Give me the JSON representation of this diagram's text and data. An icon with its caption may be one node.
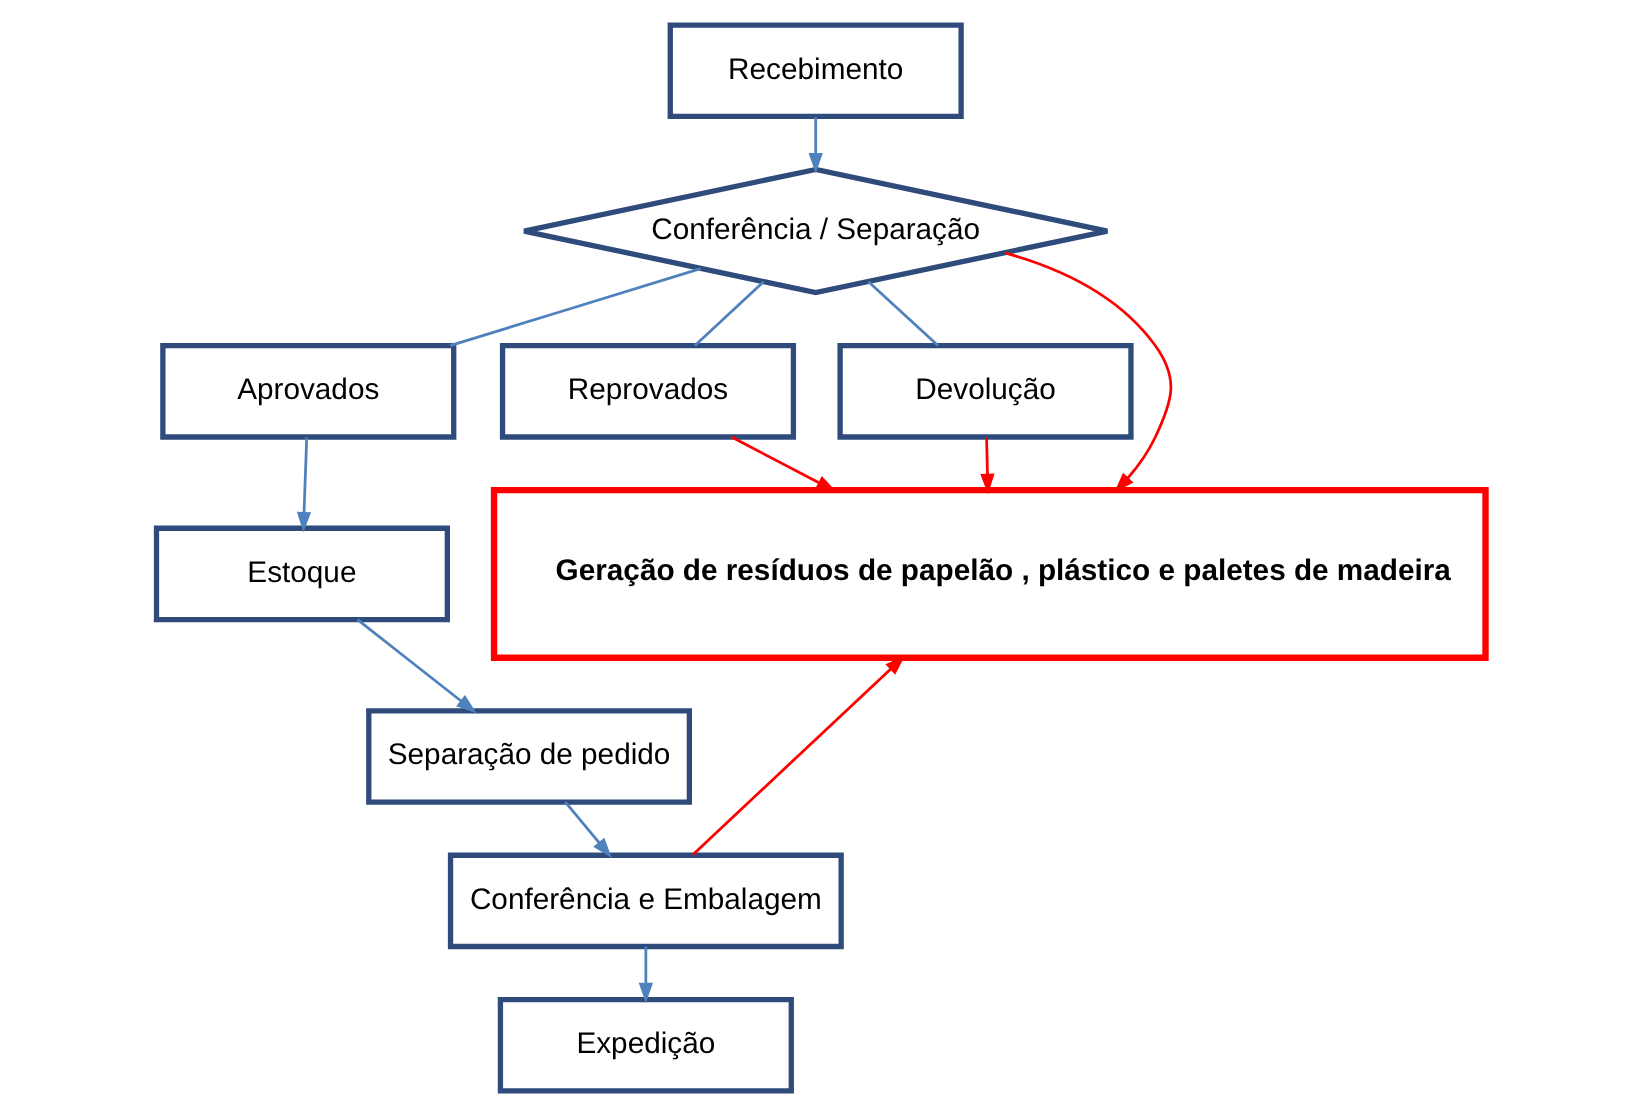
{
  "diagram": {
    "nodes": [
      {
        "text": [
          "Recebimento"
        ]
      },
      {
        "text": [
          "Conferência / Separação"
        ]
      },
      {
        "text": [
          "Aprovados"
        ]
      },
      {
        "text": [
          "Reprovados"
        ]
      },
      {
        "text": [
          "Devolução"
        ]
      },
      {
        "text": [
          "Estoque"
        ]
      },
      {
        "text": [
          "Geração de resíduos de papelão , plástico e paletes de madeira"
        ]
      },
      {
        "text": [
          "Separação de pedido"
        ]
      },
      {
        "text": [
          "Conferência e Embalagem"
        ]
      },
      {
        "text": [
          "Expedição"
        ]
      }
    ],
    "edges": [
      {
        "from": 0,
        "to": 1,
        "arrow": "to"
      },
      {
        "from": 1,
        "to": 2,
        "arrow": "none"
      },
      {
        "from": 1,
        "to": 3,
        "arrow": "none"
      },
      {
        "from": 1,
        "to": 4,
        "arrow": "none"
      },
      {
        "from": 2,
        "to": 5,
        "arrow": "to"
      },
      {
        "from": 1,
        "to": 6,
        "arrow": "to",
        "color": "#ff0000"
      },
      {
        "from": 3,
        "to": 6,
        "arrow": "to",
        "color": "#ff0000"
      },
      {
        "from": 4,
        "to": 6,
        "arrow": "to",
        "color": "#ff0000"
      },
      {
        "from": 5,
        "to": 7,
        "arrow": "to"
      },
      {
        "from": 7,
        "to": 8,
        "arrow": "to"
      },
      {
        "from": 8,
        "to": 6,
        "arrow": "to",
        "color": "#ff0000"
      },
      {
        "from": 8,
        "to": 9,
        "arrow": "to"
      }
    ]
  }
}
